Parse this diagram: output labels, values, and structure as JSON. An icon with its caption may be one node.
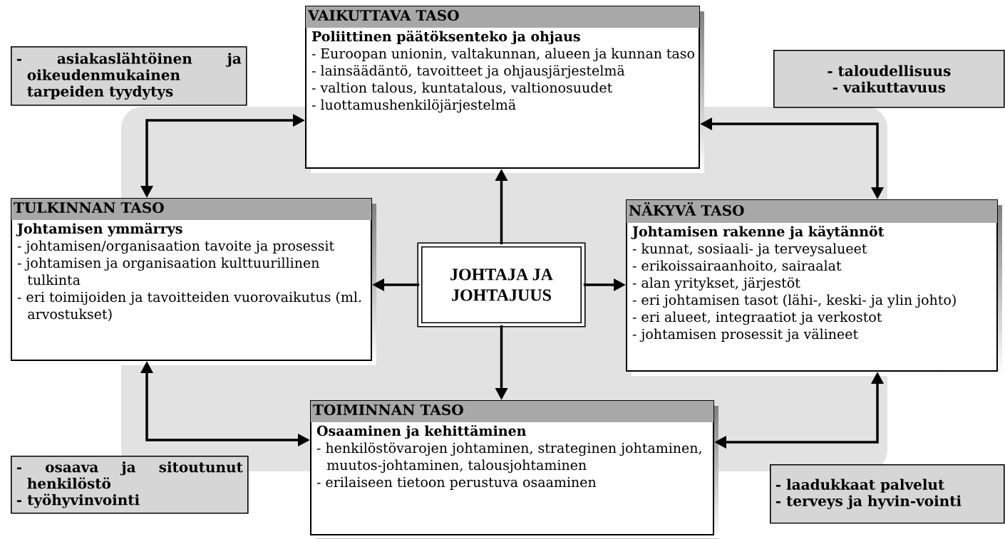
{
  "diagram": {
    "nodes": [
      {
        "text": [
          "VAIKUTTAVA TASO",
          "Poliittinen päätöksenteko ja ohjaus",
          "- Euroopan unionin, valtakunnan, alueen ja kunnan taso",
          "- lainsäädäntö, tavoitteet ja ohjausjärjestelmä",
          "- valtion talous, kuntatalous, valtionosuudet",
          "- luottamushenkilöjärjestelmä"
        ]
      },
      {
        "text": [
          "- asiakaslähtöinen ja oikeudenmukainen tarpeiden tyydytys"
        ]
      },
      {
        "text": [
          "- taloudellisuus",
          "- vaikuttavuus"
        ]
      },
      {
        "text": [
          "TULKINNAN TASO",
          "Johtamisen ymmärrys",
          "- johtamisen/organisaation tavoite ja prosessit",
          "- johtamisen ja organisaation kulttuurillinen tulkinta",
          "- eri toimijoiden ja tavoitteiden vuorovaikutus (ml. arvostukset)"
        ]
      },
      {
        "text": [
          "JOHTAJA JA JOHTAJUUS"
        ]
      },
      {
        "text": [
          "NÄKYVÄ TASO",
          "Johtamisen rakenne ja käytännöt",
          "- kunnat, sosiaali- ja terveysalueet",
          "- erikoissairaanhoito, sairaalat",
          "- alan yritykset, järjestöt",
          "- eri johtamisen tasot (lähi-, keski- ja ylin johto)",
          "- eri alueet, integraatiot ja verkostot",
          "- johtamisen prosessit ja välineet"
        ]
      },
      {
        "text": [
          "TOIMINNAN TASO",
          "Osaaminen ja kehittäminen",
          "- henkilöstövarojen johtaminen, strateginen johtaminen, muutos-johtaminen, talousjohtaminen",
          "- erilaiseen tietoon perustuva osaaminen"
        ]
      },
      {
        "text": [
          "- osaava ja sitoutunut henkilöstö",
          "- työhyvinvointi"
        ]
      },
      {
        "text": [
          "- laadukkaat palvelut",
          "- terveys ja hyvin-vointi"
        ]
      }
    ],
    "edges": [
      {
        "from": 4,
        "to": 0,
        "arrow": "to"
      },
      {
        "from": 4,
        "to": 3,
        "arrow": "to"
      },
      {
        "from": 4,
        "to": 5,
        "arrow": "to"
      },
      {
        "from": 4,
        "to": 6,
        "arrow": "to"
      },
      {
        "from": 3,
        "to": 0,
        "arrow": "both"
      },
      {
        "from": 0,
        "to": 5,
        "arrow": "both"
      },
      {
        "from": 3,
        "to": 6,
        "arrow": "both"
      },
      {
        "from": 5,
        "to": 6,
        "arrow": "both"
      }
    ]
  }
}
